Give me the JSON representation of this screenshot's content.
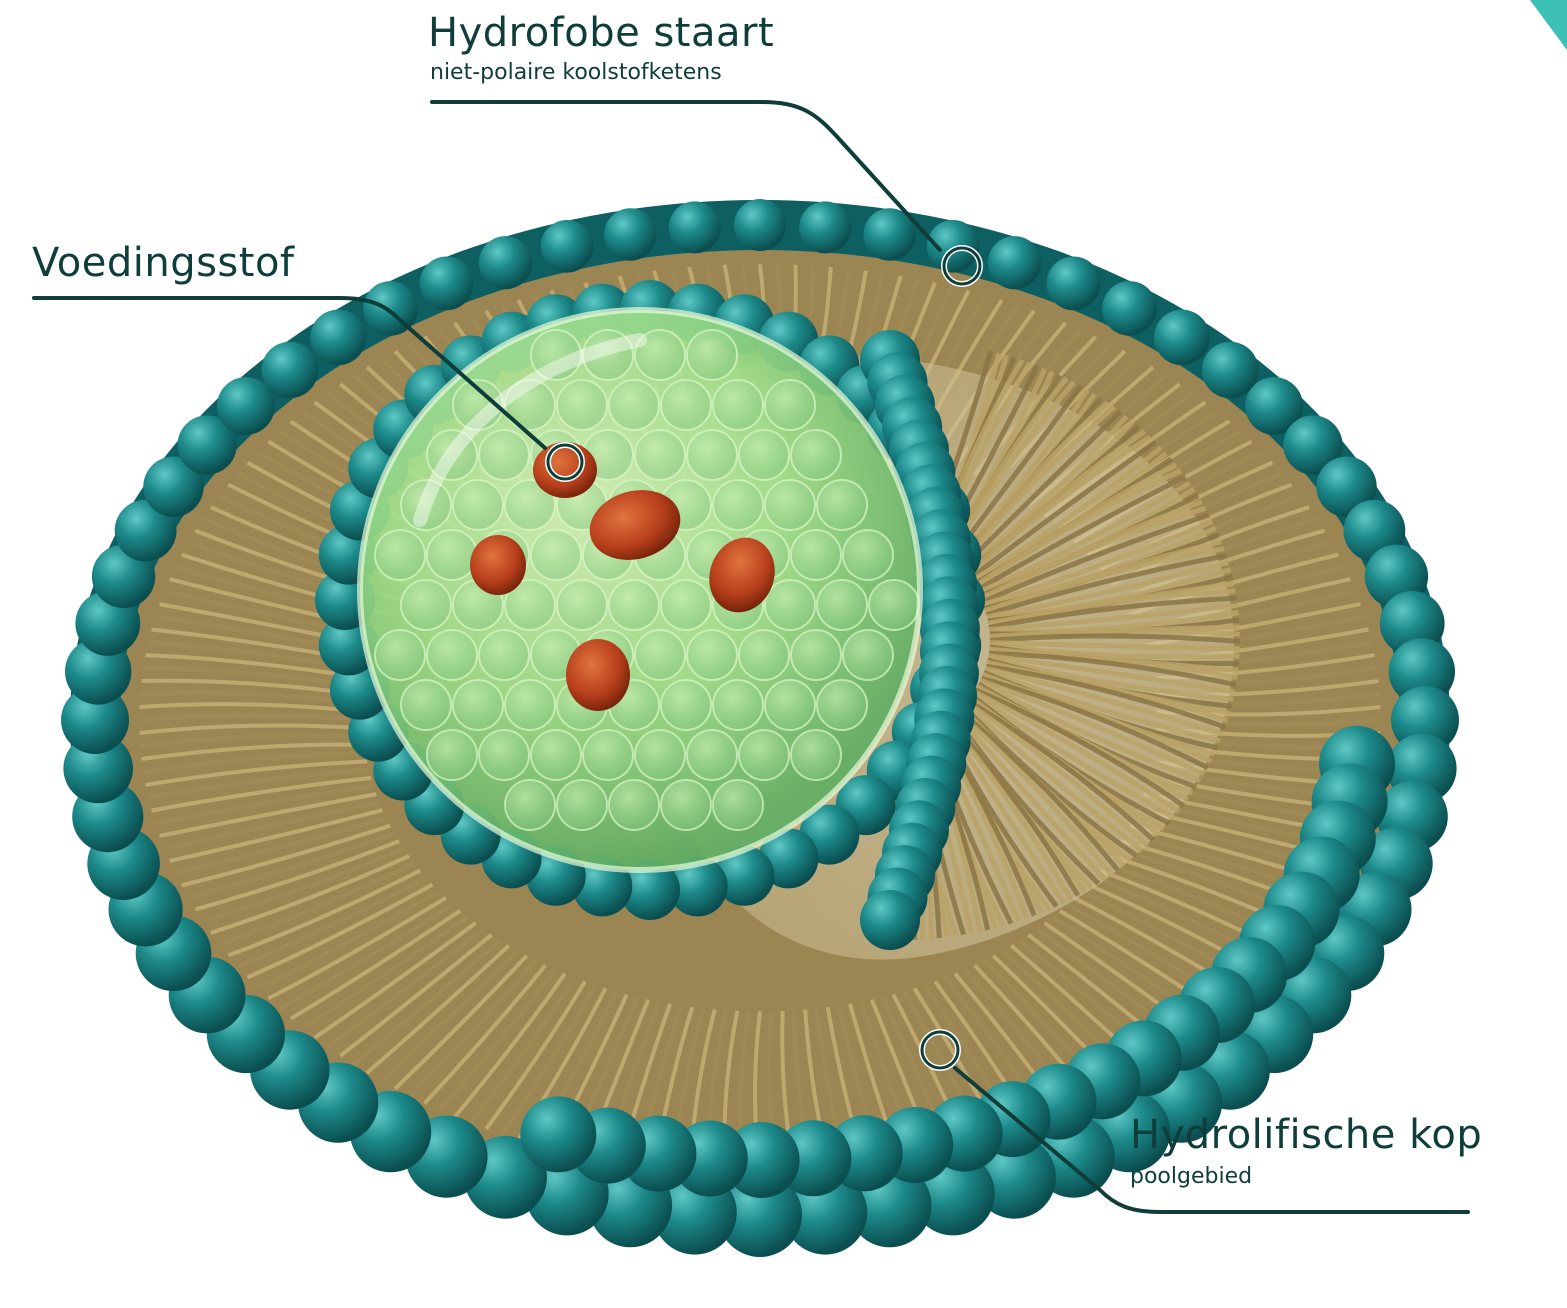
{
  "labels": {
    "tail": {
      "title": "Hydrofobe staart",
      "subtitle": "niet-polaire koolstofketens"
    },
    "nutrient": {
      "title": "Voedingsstof"
    },
    "head": {
      "title": "Hydrolifische kop",
      "subtitle": "poolgebied"
    }
  },
  "colors": {
    "head_sphere": "#1d8a8a",
    "head_sphere_dark": "#0b5c5e",
    "tail": "#a08a55",
    "core": "#9ee08a",
    "nutrient": "#b8401c",
    "label_text": "#0e3d3a",
    "callout_line": "#0e3d3a",
    "accent": "#3cc0b4"
  },
  "icons": {
    "callout_marker": "ring-marker"
  }
}
